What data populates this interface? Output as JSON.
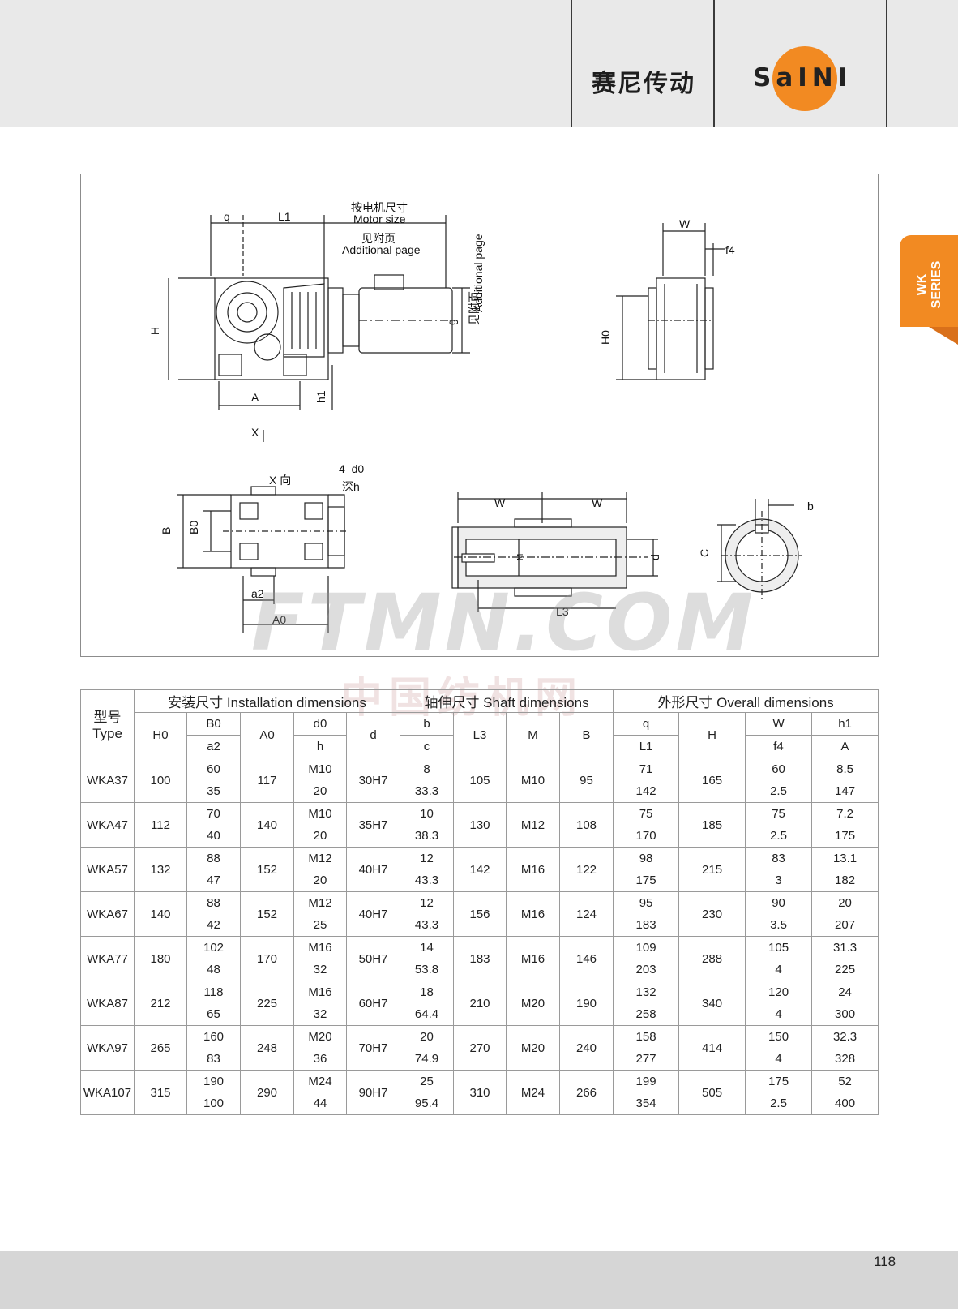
{
  "header": {
    "brand_cn": "赛尼传动",
    "logo_text": "SaINI"
  },
  "side_tab": {
    "label": "WK SERIES"
  },
  "drawing": {
    "labels": {
      "q": "q",
      "L1": "L1",
      "motor_cn": "按电机尺寸",
      "motor_en": "Motor size",
      "see_cn": "见附页",
      "add_page": "Additional page",
      "H": "H",
      "A": "A",
      "h1": "h1",
      "X": "X",
      "g": "g",
      "W": "W",
      "f4": "f4",
      "H0": "H0",
      "x_dir": "X 向",
      "holes": "4–d0",
      "depth": "深h",
      "B": "B",
      "B0": "B0",
      "a2": "a2",
      "A0": "A0",
      "M": "M",
      "d": "d",
      "L3": "L3",
      "b": "b",
      "C": "C"
    }
  },
  "watermark": {
    "en": "FTMN.COM",
    "cn": "中国纺机网"
  },
  "table": {
    "group_headers": {
      "type": {
        "cn": "型号",
        "en": "Type"
      },
      "install": "安装尺寸 Installation dimensions",
      "shaft": "轴伸尺寸 Shaft dimensions",
      "overall": "外形尺寸 Overall dimensions"
    },
    "sub_headers": {
      "H0": "H0",
      "B0": "B0",
      "a2": "a2",
      "A0": "A0",
      "d0": "d0",
      "h": "h",
      "d": "d",
      "b": "b",
      "c": "c",
      "L3": "L3",
      "M": "M",
      "B": "B",
      "q": "q",
      "L1": "L1",
      "H": "H",
      "W": "W",
      "f4": "f4",
      "h1": "h1",
      "A": "A"
    },
    "rows": [
      {
        "type": "WKA37",
        "H0": "100",
        "B0": "60",
        "a2": "35",
        "A0": "117",
        "d0": "M10",
        "h": "20",
        "d": "30H7",
        "b": "8",
        "c": "33.3",
        "L3": "105",
        "M": "M10",
        "B": "95",
        "q": "71",
        "L1": "142",
        "H": "165",
        "W": "60",
        "f4": "2.5",
        "h1": "8.5",
        "A": "147"
      },
      {
        "type": "WKA47",
        "H0": "112",
        "B0": "70",
        "a2": "40",
        "A0": "140",
        "d0": "M10",
        "h": "20",
        "d": "35H7",
        "b": "10",
        "c": "38.3",
        "L3": "130",
        "M": "M12",
        "B": "108",
        "q": "75",
        "L1": "170",
        "H": "185",
        "W": "75",
        "f4": "2.5",
        "h1": "7.2",
        "A": "175"
      },
      {
        "type": "WKA57",
        "H0": "132",
        "B0": "88",
        "a2": "47",
        "A0": "152",
        "d0": "M12",
        "h": "20",
        "d": "40H7",
        "b": "12",
        "c": "43.3",
        "L3": "142",
        "M": "M16",
        "B": "122",
        "q": "98",
        "L1": "175",
        "H": "215",
        "W": "83",
        "f4": "3",
        "h1": "13.1",
        "A": "182"
      },
      {
        "type": "WKA67",
        "H0": "140",
        "B0": "88",
        "a2": "42",
        "A0": "152",
        "d0": "M12",
        "h": "25",
        "d": "40H7",
        "b": "12",
        "c": "43.3",
        "L3": "156",
        "M": "M16",
        "B": "124",
        "q": "95",
        "L1": "183",
        "H": "230",
        "W": "90",
        "f4": "3.5",
        "h1": "20",
        "A": "207"
      },
      {
        "type": "WKA77",
        "H0": "180",
        "B0": "102",
        "a2": "48",
        "A0": "170",
        "d0": "M16",
        "h": "32",
        "d": "50H7",
        "b": "14",
        "c": "53.8",
        "L3": "183",
        "M": "M16",
        "B": "146",
        "q": "109",
        "L1": "203",
        "H": "288",
        "W": "105",
        "f4": "4",
        "h1": "31.3",
        "A": "225"
      },
      {
        "type": "WKA87",
        "H0": "212",
        "B0": "118",
        "a2": "65",
        "A0": "225",
        "d0": "M16",
        "h": "32",
        "d": "60H7",
        "b": "18",
        "c": "64.4",
        "L3": "210",
        "M": "M20",
        "B": "190",
        "q": "132",
        "L1": "258",
        "H": "340",
        "W": "120",
        "f4": "4",
        "h1": "24",
        "A": "300"
      },
      {
        "type": "WKA97",
        "H0": "265",
        "B0": "160",
        "a2": "83",
        "A0": "248",
        "d0": "M20",
        "h": "36",
        "d": "70H7",
        "b": "20",
        "c": "74.9",
        "L3": "270",
        "M": "M20",
        "B": "240",
        "q": "158",
        "L1": "277",
        "H": "414",
        "W": "150",
        "f4": "4",
        "h1": "32.3",
        "A": "328"
      },
      {
        "type": "WKA107",
        "H0": "315",
        "B0": "190",
        "a2": "100",
        "A0": "290",
        "d0": "M24",
        "h": "44",
        "d": "90H7",
        "b": "25",
        "c": "95.4",
        "L3": "310",
        "M": "M24",
        "B": "266",
        "q": "199",
        "L1": "354",
        "H": "505",
        "W": "175",
        "f4": "2.5",
        "h1": "52",
        "A": "400"
      }
    ]
  },
  "footer": {
    "page_number": "118"
  }
}
